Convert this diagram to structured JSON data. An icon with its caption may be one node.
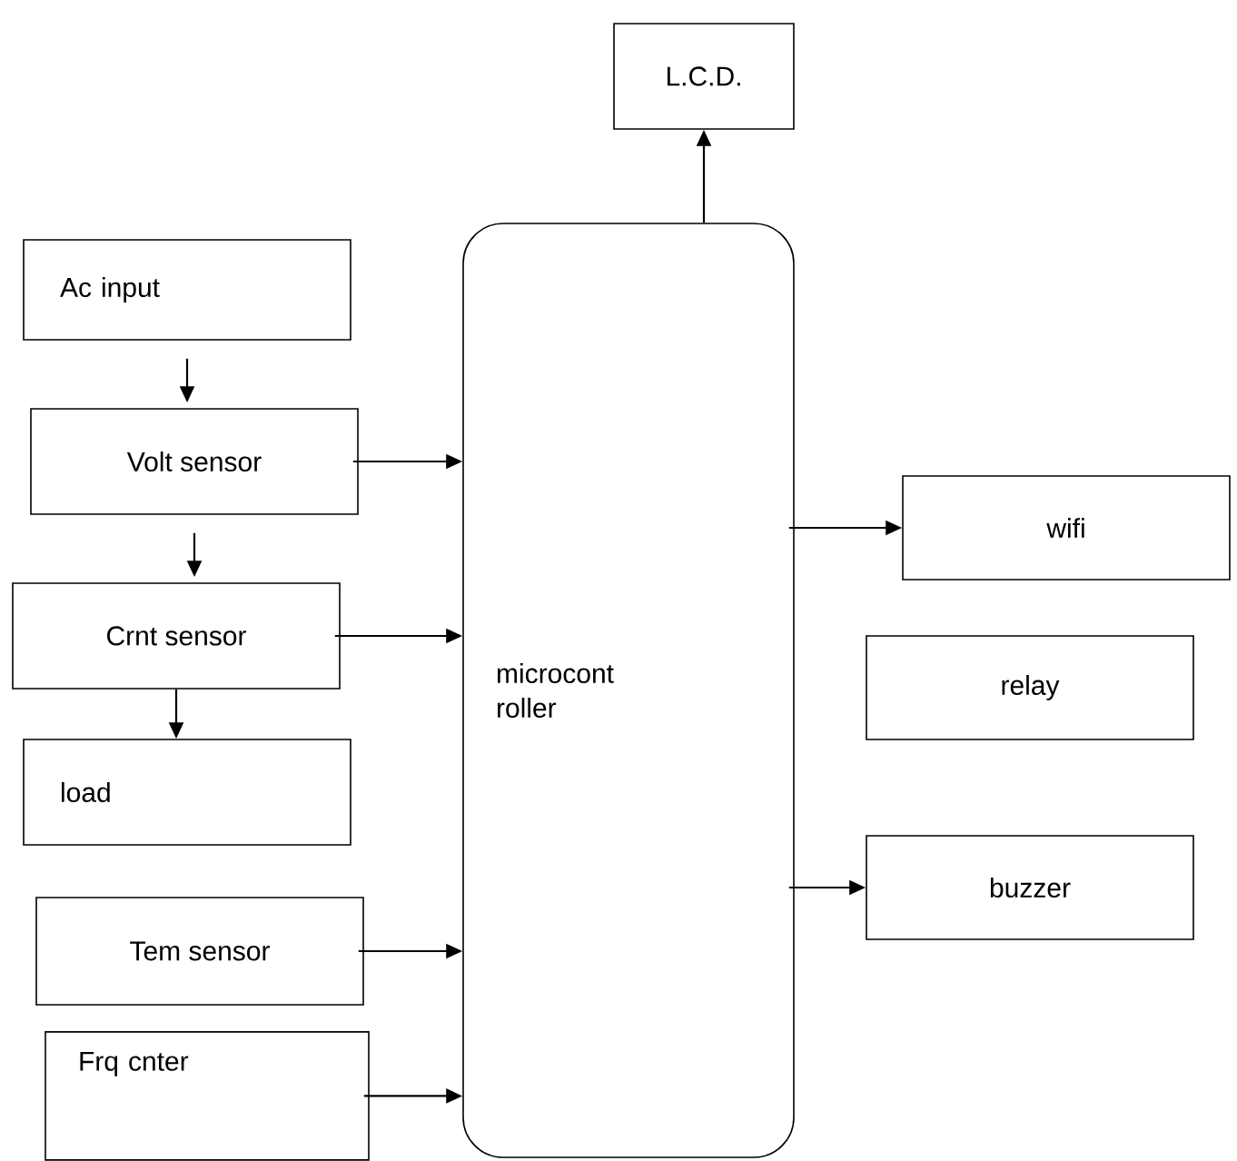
{
  "diagram": {
    "nodes": [
      {
        "text": [
          "L.C.D."
        ]
      },
      {
        "text": [
          "Ac input"
        ]
      },
      {
        "text": [
          "Volt sensor"
        ]
      },
      {
        "text": [
          "Crnt sensor"
        ]
      },
      {
        "text": [
          "load"
        ]
      },
      {
        "text": [
          "Tem sensor"
        ]
      },
      {
        "text": [
          "Frq cnter"
        ]
      },
      {
        "text": [
          "microcont roller"
        ]
      },
      {
        "text": [
          "wifi"
        ]
      },
      {
        "text": [
          "relay"
        ]
      },
      {
        "text": [
          "buzzer"
        ]
      }
    ],
    "edges": [
      {
        "from": 1,
        "to": 2,
        "arrow": "to"
      },
      {
        "from": 2,
        "to": 3,
        "arrow": "to"
      },
      {
        "from": 3,
        "to": 4,
        "arrow": "to"
      },
      {
        "from": 2,
        "to": 7,
        "arrow": "to"
      },
      {
        "from": 3,
        "to": 7,
        "arrow": "to"
      },
      {
        "from": 5,
        "to": 7,
        "arrow": "to"
      },
      {
        "from": 6,
        "to": 7,
        "arrow": "to"
      },
      {
        "from": 7,
        "to": 0,
        "arrow": "to"
      },
      {
        "from": 7,
        "to": 8,
        "arrow": "to"
      },
      {
        "from": 7,
        "to": 10,
        "arrow": "to"
      }
    ]
  }
}
